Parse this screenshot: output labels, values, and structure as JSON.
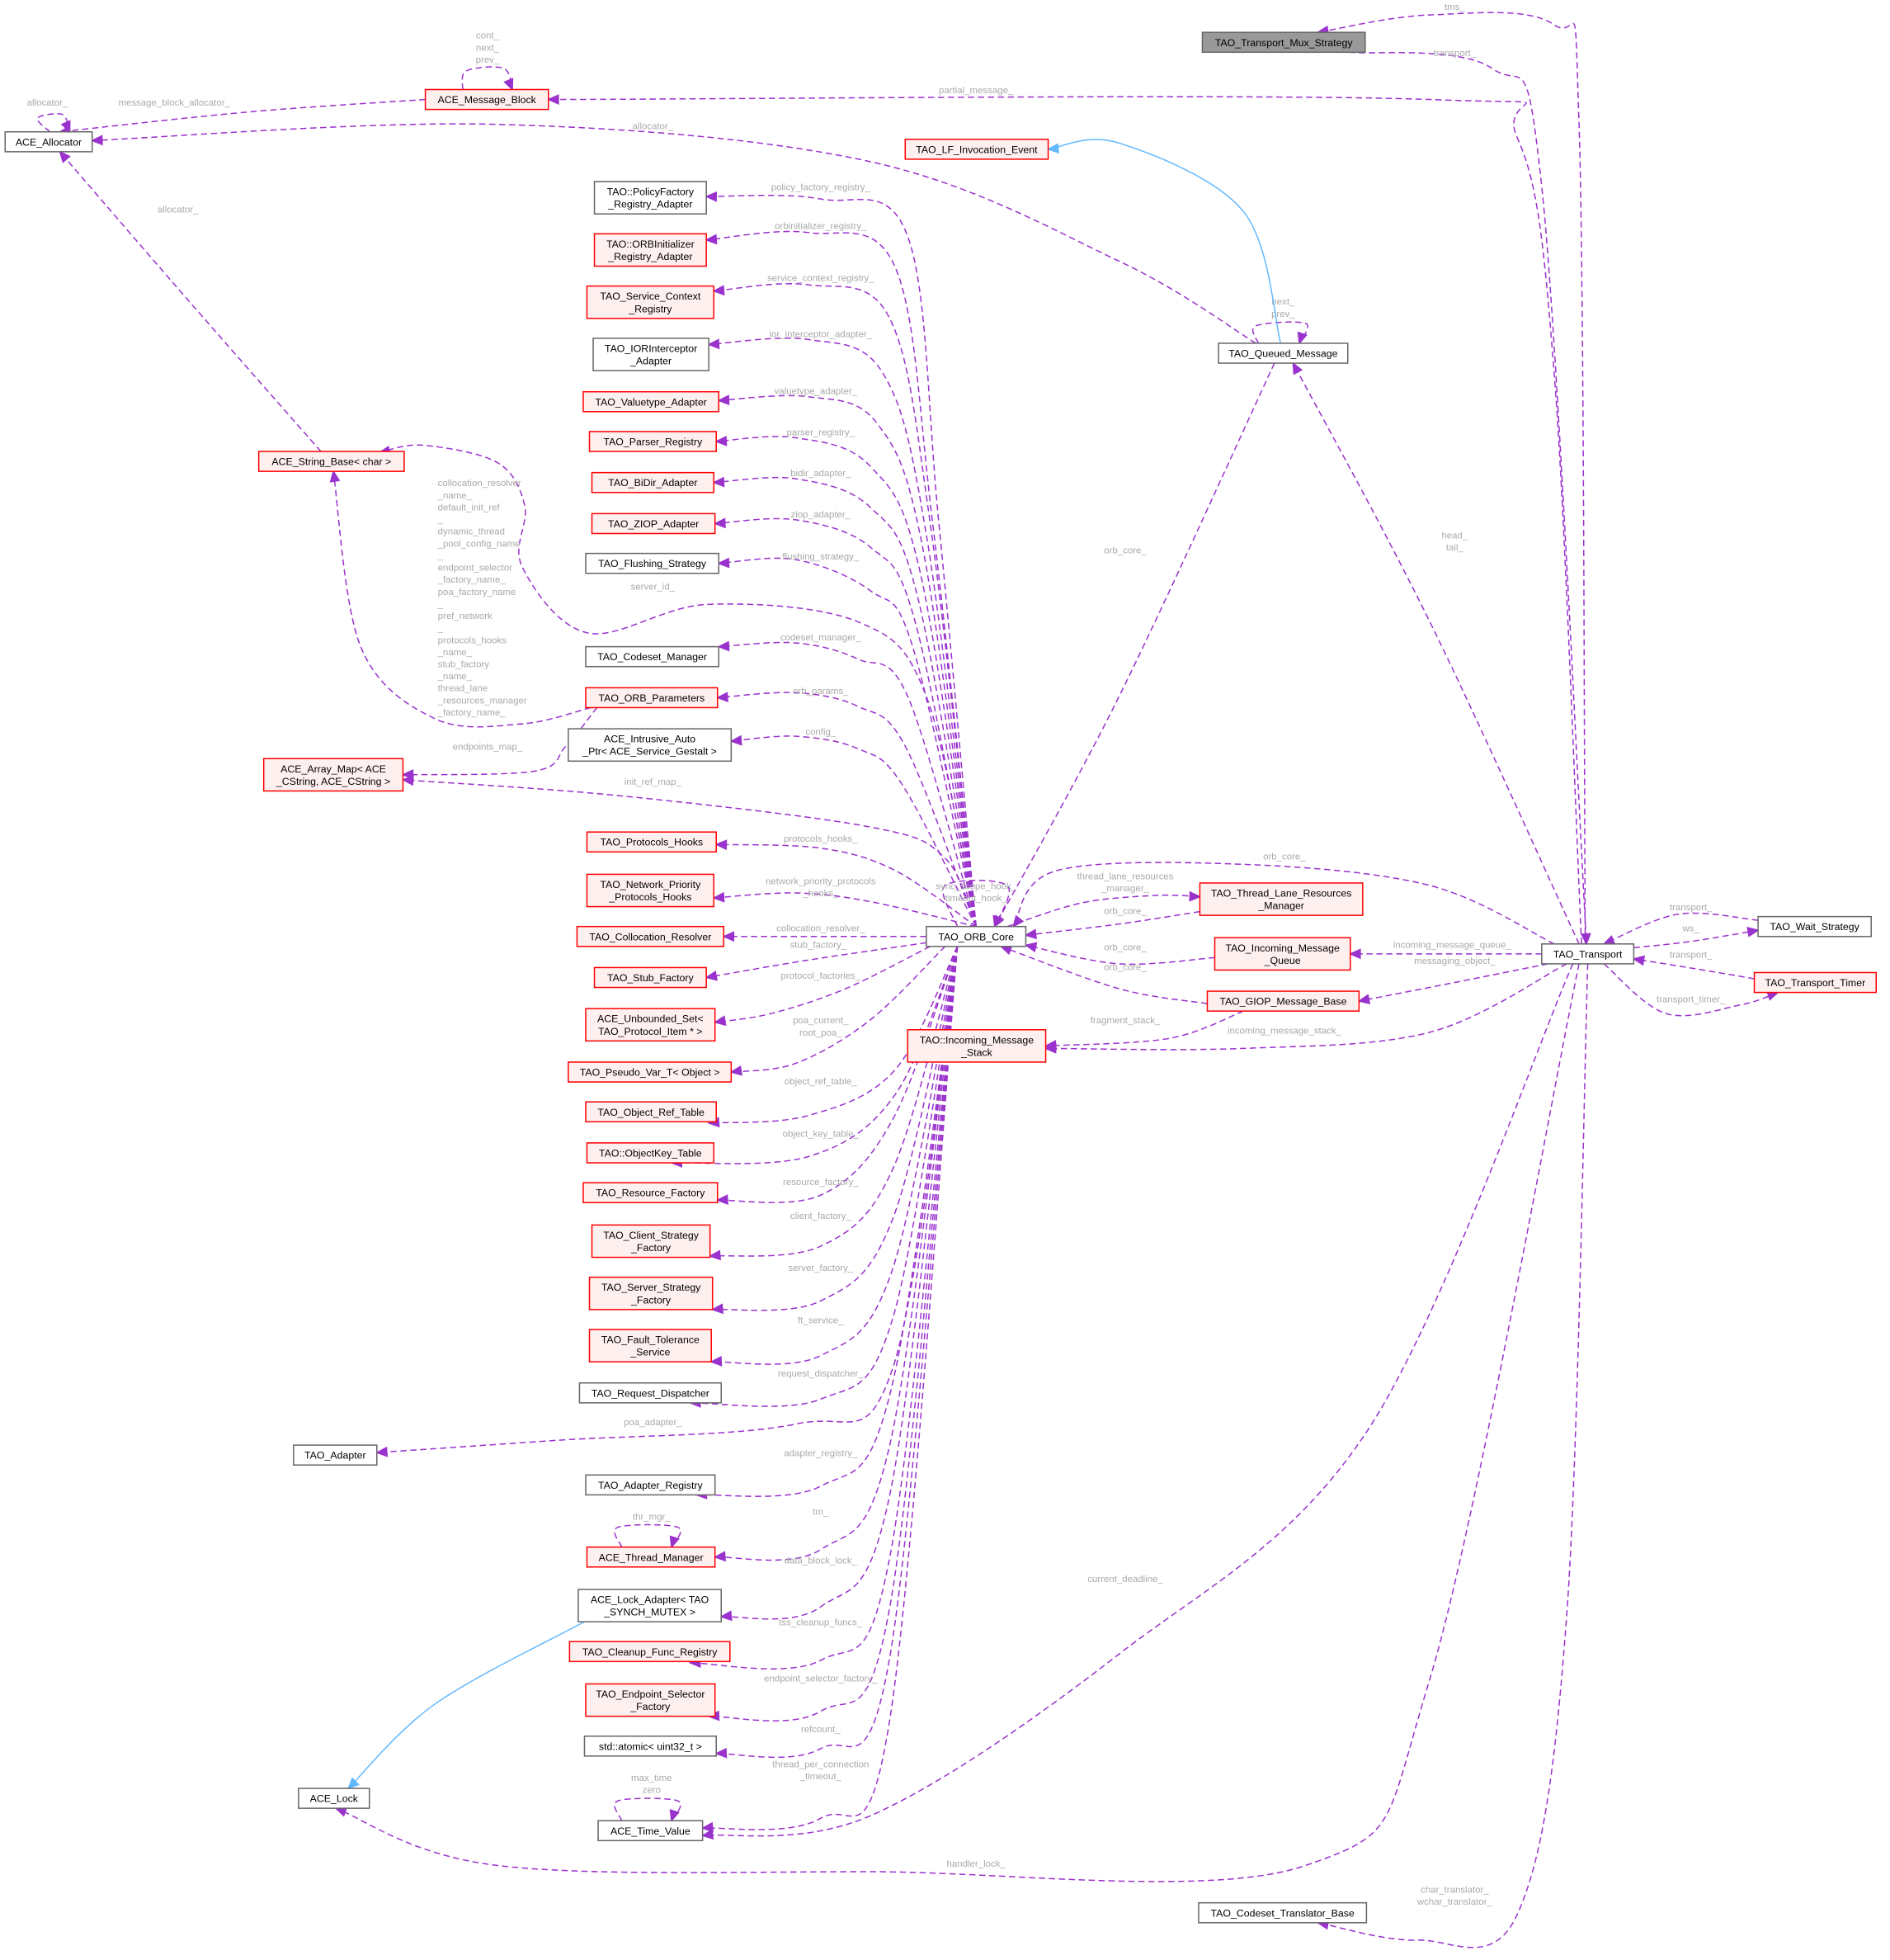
{
  "diagram": {
    "type": "collaboration-graph",
    "colors": {
      "usage_edge": "#9a32cd",
      "inherit_edge": "#63b8ff",
      "red_border": "#ff0000",
      "red_fill": "#fff0f0",
      "focus_fill": "#999999",
      "label": "#a9a9a9"
    },
    "nodes": [
      {
        "id": "mux",
        "label": [
          "TAO_Transport_Mux_Strategy"
        ],
        "kind": "focus"
      },
      {
        "id": "mb",
        "label": [
          "ACE_Message_Block"
        ],
        "kind": "red"
      },
      {
        "id": "alloc",
        "label": [
          "ACE_Allocator"
        ],
        "kind": "normal"
      },
      {
        "id": "lf",
        "label": [
          "TAO_LF_Invocation_Event"
        ],
        "kind": "red"
      },
      {
        "id": "policy",
        "label": [
          "TAO::PolicyFactory",
          "_Registry_Adapter"
        ],
        "kind": "normal"
      },
      {
        "id": "orbinit",
        "label": [
          "TAO::ORBInitializer",
          "_Registry_Adapter"
        ],
        "kind": "red"
      },
      {
        "id": "svcctx",
        "label": [
          "TAO_Service_Context",
          "_Registry"
        ],
        "kind": "red"
      },
      {
        "id": "ior",
        "label": [
          "TAO_IORInterceptor",
          "_Adapter"
        ],
        "kind": "normal"
      },
      {
        "id": "valuetype",
        "label": [
          "TAO_Valuetype_Adapter"
        ],
        "kind": "red"
      },
      {
        "id": "parser",
        "label": [
          "TAO_Parser_Registry"
        ],
        "kind": "red"
      },
      {
        "id": "bidir",
        "label": [
          "TAO_BiDir_Adapter"
        ],
        "kind": "red"
      },
      {
        "id": "ziop",
        "label": [
          "TAO_ZIOP_Adapter"
        ],
        "kind": "red"
      },
      {
        "id": "flushing",
        "label": [
          "TAO_Flushing_Strategy"
        ],
        "kind": "normal"
      },
      {
        "id": "strbase",
        "label": [
          "ACE_String_Base< char >"
        ],
        "kind": "red"
      },
      {
        "id": "queued",
        "label": [
          "TAO_Queued_Message"
        ],
        "kind": "normal"
      },
      {
        "id": "codeset",
        "label": [
          "TAO_Codeset_Manager"
        ],
        "kind": "normal"
      },
      {
        "id": "orbparams",
        "label": [
          "TAO_ORB_Parameters"
        ],
        "kind": "red"
      },
      {
        "id": "intrusive",
        "label": [
          "ACE_Intrusive_Auto",
          "_Ptr< ACE_Service_Gestalt >"
        ],
        "kind": "normal"
      },
      {
        "id": "arraymap",
        "label": [
          "ACE_Array_Map< ACE",
          "_CString, ACE_CString >"
        ],
        "kind": "red"
      },
      {
        "id": "protohooks",
        "label": [
          "TAO_Protocols_Hooks"
        ],
        "kind": "red"
      },
      {
        "id": "netprio",
        "label": [
          "TAO_Network_Priority",
          "_Protocols_Hooks"
        ],
        "kind": "red"
      },
      {
        "id": "colloc",
        "label": [
          "TAO_Collocation_Resolver"
        ],
        "kind": "red"
      },
      {
        "id": "orb",
        "label": [
          "TAO_ORB_Core"
        ],
        "kind": "normal"
      },
      {
        "id": "tlrm",
        "label": [
          "TAO_Thread_Lane_Resources",
          "_Manager"
        ],
        "kind": "red"
      },
      {
        "id": "imq",
        "label": [
          "TAO_Incoming_Message",
          "_Queue"
        ],
        "kind": "red"
      },
      {
        "id": "giop",
        "label": [
          "TAO_GIOP_Message_Base"
        ],
        "kind": "red"
      },
      {
        "id": "transport",
        "label": [
          "TAO_Transport"
        ],
        "kind": "normal"
      },
      {
        "id": "wait",
        "label": [
          "TAO_Wait_Strategy"
        ],
        "kind": "normal"
      },
      {
        "id": "timer",
        "label": [
          "TAO_Transport_Timer"
        ],
        "kind": "red"
      },
      {
        "id": "stub",
        "label": [
          "TAO_Stub_Factory"
        ],
        "kind": "red"
      },
      {
        "id": "unbounded",
        "label": [
          "ACE_Unbounded_Set<",
          "TAO_Protocol_Item * >"
        ],
        "kind": "red"
      },
      {
        "id": "ims",
        "label": [
          "TAO::Incoming_Message",
          "_Stack"
        ],
        "kind": "red"
      },
      {
        "id": "pseudo",
        "label": [
          "TAO_Pseudo_Var_T< Object >"
        ],
        "kind": "red"
      },
      {
        "id": "objref",
        "label": [
          "TAO_Object_Ref_Table"
        ],
        "kind": "red"
      },
      {
        "id": "objkey",
        "label": [
          "TAO::ObjectKey_Table"
        ],
        "kind": "red"
      },
      {
        "id": "resource",
        "label": [
          "TAO_Resource_Factory"
        ],
        "kind": "red"
      },
      {
        "id": "client",
        "label": [
          "TAO_Client_Strategy",
          "_Factory"
        ],
        "kind": "red"
      },
      {
        "id": "server",
        "label": [
          "TAO_Server_Strategy",
          "_Factory"
        ],
        "kind": "red"
      },
      {
        "id": "ft",
        "label": [
          "TAO_Fault_Tolerance",
          "_Service"
        ],
        "kind": "red"
      },
      {
        "id": "reqdisp",
        "label": [
          "TAO_Request_Dispatcher"
        ],
        "kind": "normal"
      },
      {
        "id": "adapter",
        "label": [
          "TAO_Adapter"
        ],
        "kind": "normal"
      },
      {
        "id": "adreg",
        "label": [
          "TAO_Adapter_Registry"
        ],
        "kind": "normal"
      },
      {
        "id": "thrmgr",
        "label": [
          "ACE_Thread_Manager"
        ],
        "kind": "red"
      },
      {
        "id": "lockadapter",
        "label": [
          "ACE_Lock_Adapter< TAO",
          "_SYNCH_MUTEX >"
        ],
        "kind": "normal"
      },
      {
        "id": "cleanup",
        "label": [
          "TAO_Cleanup_Func_Registry"
        ],
        "kind": "red"
      },
      {
        "id": "endpoint",
        "label": [
          "TAO_Endpoint_Selector",
          "_Factory"
        ],
        "kind": "red"
      },
      {
        "id": "atomic",
        "label": [
          "std::atomic< uint32_t >"
        ],
        "kind": "normal"
      },
      {
        "id": "acelock",
        "label": [
          "ACE_Lock"
        ],
        "kind": "normal"
      },
      {
        "id": "timevalue",
        "label": [
          "ACE_Time_Value"
        ],
        "kind": "normal"
      },
      {
        "id": "ctb",
        "label": [
          "TAO_Codeset_Translator_Base"
        ],
        "kind": "normal"
      }
    ],
    "edges": [
      {
        "from": "orb",
        "to": "policy",
        "label": [
          "policy_factory_registry_"
        ],
        "kind": "usage"
      },
      {
        "from": "orb",
        "to": "orbinit",
        "label": [
          "orbinitializer_registry_"
        ],
        "kind": "usage"
      },
      {
        "from": "orb",
        "to": "svcctx",
        "label": [
          "service_context_registry_"
        ],
        "kind": "usage"
      },
      {
        "from": "orb",
        "to": "ior",
        "label": [
          "ior_interceptor_adapter_"
        ],
        "kind": "usage"
      },
      {
        "from": "orb",
        "to": "valuetype",
        "label": [
          "valuetype_adapter_"
        ],
        "kind": "usage"
      },
      {
        "from": "orb",
        "to": "parser",
        "label": [
          "parser_registry_"
        ],
        "kind": "usage"
      },
      {
        "from": "orb",
        "to": "bidir",
        "label": [
          "bidir_adapter_"
        ],
        "kind": "usage"
      },
      {
        "from": "orb",
        "to": "ziop",
        "label": [
          "ziop_adapter_"
        ],
        "kind": "usage"
      },
      {
        "from": "orb",
        "to": "flushing",
        "label": [
          "flushing_strategy_"
        ],
        "kind": "usage"
      },
      {
        "from": "orb",
        "to": "strbase",
        "label": [
          "server_id_"
        ],
        "kind": "usage"
      },
      {
        "from": "orb",
        "to": "codeset",
        "label": [
          "codeset_manager_"
        ],
        "kind": "usage"
      },
      {
        "from": "orb",
        "to": "orbparams",
        "label": [
          "orb_params_"
        ],
        "kind": "usage"
      },
      {
        "from": "orb",
        "to": "intrusive",
        "label": [
          "config_"
        ],
        "kind": "usage"
      },
      {
        "from": "orb",
        "to": "arraymap",
        "label": [
          "init_ref_map_"
        ],
        "kind": "usage"
      },
      {
        "from": "orb",
        "to": "protohooks",
        "label": [
          "protocols_hooks_"
        ],
        "kind": "usage"
      },
      {
        "from": "orb",
        "to": "netprio",
        "label": [
          "network_priority_protocols",
          "_hooks_"
        ],
        "kind": "usage"
      },
      {
        "from": "orb",
        "to": "colloc",
        "label": [
          "collocation_resolver_"
        ],
        "kind": "usage"
      },
      {
        "from": "orb",
        "to": "stub",
        "label": [
          "stub_factory_"
        ],
        "kind": "usage"
      },
      {
        "from": "orb",
        "to": "unbounded",
        "label": [
          "protocol_factories_"
        ],
        "kind": "usage"
      },
      {
        "from": "orb",
        "to": "pseudo",
        "label": [
          "poa_current_",
          "root_poa_"
        ],
        "kind": "usage"
      },
      {
        "from": "orb",
        "to": "objref",
        "label": [
          "object_ref_table_"
        ],
        "kind": "usage"
      },
      {
        "from": "orb",
        "to": "objkey",
        "label": [
          "object_key_table_"
        ],
        "kind": "usage"
      },
      {
        "from": "orb",
        "to": "resource",
        "label": [
          "resource_factory_"
        ],
        "kind": "usage"
      },
      {
        "from": "orb",
        "to": "client",
        "label": [
          "client_factory_"
        ],
        "kind": "usage"
      },
      {
        "from": "orb",
        "to": "server",
        "label": [
          "server_factory_"
        ],
        "kind": "usage"
      },
      {
        "from": "orb",
        "to": "ft",
        "label": [
          "ft_service_"
        ],
        "kind": "usage"
      },
      {
        "from": "orb",
        "to": "reqdisp",
        "label": [
          "request_dispatcher_"
        ],
        "kind": "usage"
      },
      {
        "from": "orb",
        "to": "adapter",
        "label": [
          "poa_adapter_"
        ],
        "kind": "usage"
      },
      {
        "from": "orb",
        "to": "adreg",
        "label": [
          "adapter_registry_"
        ],
        "kind": "usage"
      },
      {
        "from": "orb",
        "to": "thrmgr",
        "label": [
          "tm_"
        ],
        "kind": "usage"
      },
      {
        "from": "orb",
        "to": "lockadapter",
        "label": [
          "data_block_lock_"
        ],
        "kind": "usage"
      },
      {
        "from": "orb",
        "to": "cleanup",
        "label": [
          "tss_cleanup_funcs_"
        ],
        "kind": "usage"
      },
      {
        "from": "orb",
        "to": "endpoint",
        "label": [
          "endpoint_selector_factory_"
        ],
        "kind": "usage"
      },
      {
        "from": "orb",
        "to": "atomic",
        "label": [
          "refcount_"
        ],
        "kind": "usage"
      },
      {
        "from": "orb",
        "to": "timevalue",
        "label": [
          "thread_per_connection",
          "_timeout_"
        ],
        "kind": "usage"
      },
      {
        "from": "orb",
        "to": "orb",
        "label": [
          "sync_scope_hook_",
          "timeout_hook_"
        ],
        "kind": "usage"
      },
      {
        "from": "orb",
        "to": "tlrm",
        "label": [
          "thread_lane_resources",
          "_manager_"
        ],
        "kind": "usage"
      },
      {
        "from": "tlrm",
        "to": "orb",
        "label": [
          "orb_core_"
        ],
        "kind": "usage"
      },
      {
        "from": "imq",
        "to": "orb",
        "label": [
          "orb_core_"
        ],
        "kind": "usage"
      },
      {
        "from": "giop",
        "to": "orb",
        "label": [
          "orb_core_"
        ],
        "kind": "usage"
      },
      {
        "from": "transport",
        "to": "orb",
        "label": [
          "orb_core_"
        ],
        "kind": "usage"
      },
      {
        "from": "queued",
        "to": "orb",
        "label": [
          "orb_core_"
        ],
        "kind": "usage"
      },
      {
        "from": "queued",
        "to": "alloc",
        "label": [
          "allocator_"
        ],
        "kind": "usage"
      },
      {
        "from": "mb",
        "to": "alloc",
        "label": [
          "message_block_allocator_"
        ],
        "kind": "usage"
      },
      {
        "from": "alloc",
        "to": "alloc",
        "label": [
          "allocator_"
        ],
        "kind": "usage"
      },
      {
        "from": "mb",
        "to": "mb",
        "label": [
          "cont_",
          "next_",
          "prev_"
        ],
        "kind": "usage"
      },
      {
        "from": "strbase",
        "to": "alloc",
        "label": [
          "allocator_"
        ],
        "kind": "usage"
      },
      {
        "from": "orbparams",
        "to": "strbase",
        "label": [
          "collocation_resolver",
          "_name_",
          "default_init_ref",
          "_",
          "dynamic_thread",
          "_pool_config_name",
          "_",
          "endpoint_selector",
          "_factory_name_",
          "poa_factory_name",
          "_",
          "pref_network",
          "_",
          "protocols_hooks",
          "_name_",
          "stub_factory",
          "_name_",
          "thread_lane",
          "_resources_manager",
          "_factory_name_"
        ],
        "kind": "usage"
      },
      {
        "from": "orbparams",
        "to": "arraymap",
        "label": [
          "endpoints_map_"
        ],
        "kind": "usage"
      },
      {
        "from": "queued",
        "to": "queued",
        "label": [
          "next_",
          "prev_"
        ],
        "kind": "usage"
      },
      {
        "from": "transport",
        "to": "queued",
        "label": [
          "head_",
          "tail_"
        ],
        "kind": "usage"
      },
      {
        "from": "transport",
        "to": "mb",
        "label": [
          "partial_message_"
        ],
        "kind": "usage"
      },
      {
        "from": "transport",
        "to": "mux",
        "label": [
          "tms_"
        ],
        "kind": "usage"
      },
      {
        "from": "mux",
        "to": "transport",
        "label": [
          "transport_"
        ],
        "kind": "usage"
      },
      {
        "from": "transport",
        "to": "imq",
        "label": [
          "incoming_message_queue_"
        ],
        "kind": "usage"
      },
      {
        "from": "transport",
        "to": "giop",
        "label": [
          "messaging_object_"
        ],
        "kind": "usage"
      },
      {
        "from": "giop",
        "to": "ims",
        "label": [
          "fragment_stack_"
        ],
        "kind": "usage"
      },
      {
        "from": "transport",
        "to": "ims",
        "label": [
          "incoming_message_stack_"
        ],
        "kind": "usage"
      },
      {
        "from": "wait",
        "to": "transport",
        "label": [
          "transport_"
        ],
        "kind": "usage"
      },
      {
        "from": "transport",
        "to": "wait",
        "label": [
          "ws_"
        ],
        "kind": "usage"
      },
      {
        "from": "timer",
        "to": "transport",
        "label": [
          "transport_"
        ],
        "kind": "usage"
      },
      {
        "from": "transport",
        "to": "timer",
        "label": [
          "transport_timer_"
        ],
        "kind": "usage"
      },
      {
        "from": "transport",
        "to": "timevalue",
        "label": [
          "current_deadline_"
        ],
        "kind": "usage"
      },
      {
        "from": "transport",
        "to": "acelock",
        "label": [
          "handler_lock_"
        ],
        "kind": "usage"
      },
      {
        "from": "transport",
        "to": "ctb",
        "label": [
          "char_translator_",
          "wchar_translator_"
        ],
        "kind": "usage"
      },
      {
        "from": "thrmgr",
        "to": "thrmgr",
        "label": [
          "thr_mgr_"
        ],
        "kind": "usage"
      },
      {
        "from": "timevalue",
        "to": "timevalue",
        "label": [
          "max_time",
          "zero"
        ],
        "kind": "usage"
      },
      {
        "from": "queued",
        "to": "lf",
        "label": [],
        "kind": "inherit"
      },
      {
        "from": "lockadapter",
        "to": "acelock",
        "label": [],
        "kind": "inherit"
      }
    ]
  }
}
